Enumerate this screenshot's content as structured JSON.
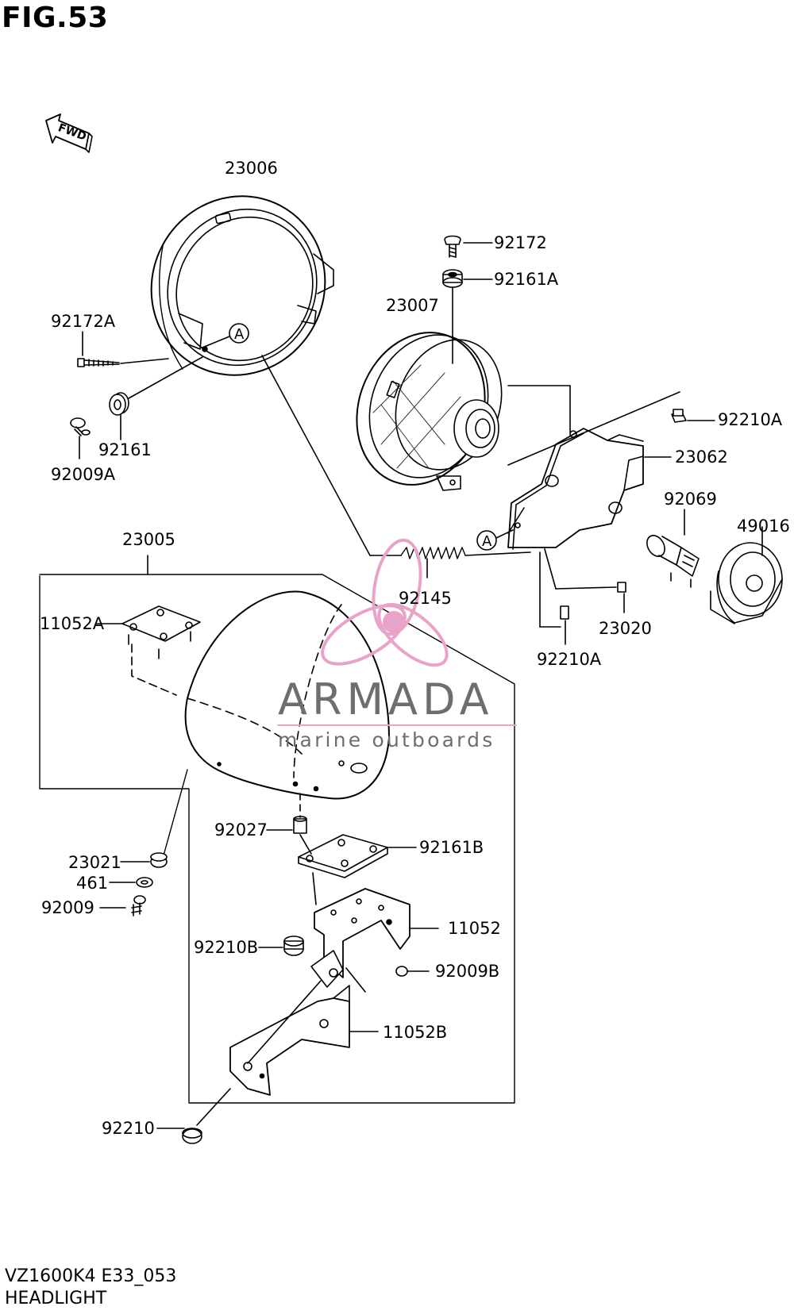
{
  "figure": {
    "title": "FIG.53"
  },
  "fwd_arrow": {
    "label": "FWD"
  },
  "reference_mark": "A",
  "parts": [
    {
      "id": "p23006",
      "number": "23006"
    },
    {
      "id": "p92172",
      "number": "92172"
    },
    {
      "id": "p92161A",
      "number": "92161A"
    },
    {
      "id": "p23007",
      "number": "23007"
    },
    {
      "id": "p92172A",
      "number": "92172A"
    },
    {
      "id": "p92161",
      "number": "92161"
    },
    {
      "id": "p92009A",
      "number": "92009A"
    },
    {
      "id": "p92210A_top",
      "number": "92210A"
    },
    {
      "id": "p23062",
      "number": "23062"
    },
    {
      "id": "p92069",
      "number": "92069"
    },
    {
      "id": "p49016",
      "number": "49016"
    },
    {
      "id": "p23005",
      "number": "23005"
    },
    {
      "id": "p92145",
      "number": "92145"
    },
    {
      "id": "p11052A",
      "number": "11052A"
    },
    {
      "id": "p23020",
      "number": "23020"
    },
    {
      "id": "p92210A_bottom",
      "number": "92210A"
    },
    {
      "id": "p92027",
      "number": "92027"
    },
    {
      "id": "p92161B",
      "number": "92161B"
    },
    {
      "id": "p23021",
      "number": "23021"
    },
    {
      "id": "p461",
      "number": "461"
    },
    {
      "id": "p92009",
      "number": "92009"
    },
    {
      "id": "p11052",
      "number": "11052"
    },
    {
      "id": "p92210B",
      "number": "92210B"
    },
    {
      "id": "p92009B",
      "number": "92009B"
    },
    {
      "id": "p11052B",
      "number": "11052B"
    },
    {
      "id": "p92210",
      "number": "92210"
    }
  ],
  "watermark": {
    "name": "ARMADA",
    "tagline": "marine outboards",
    "accent_color": "#e8a3c9",
    "text_color": "#6e6e6e"
  },
  "footer": {
    "model_code": "VZ1600K4 E33_053",
    "section_name": "HEADLIGHT"
  }
}
